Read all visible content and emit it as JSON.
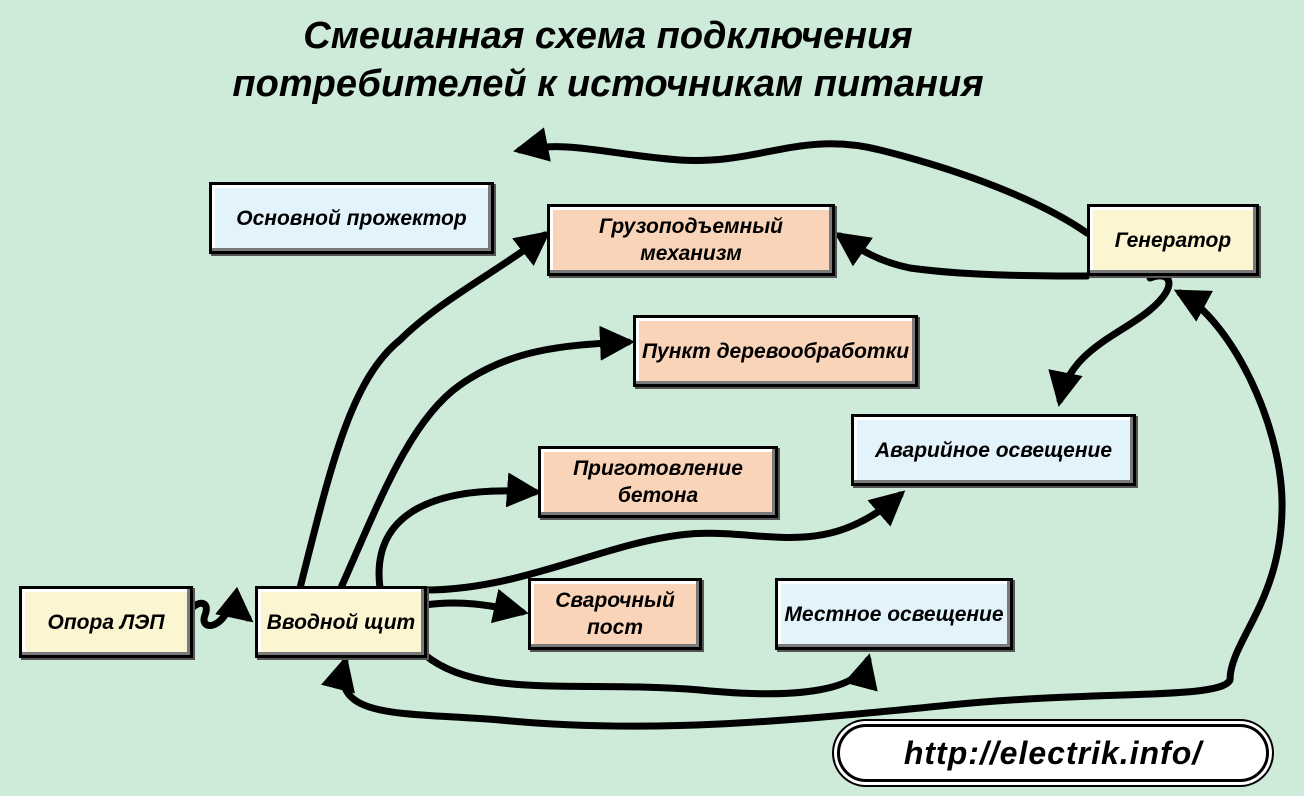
{
  "title": {
    "line1": "Смешанная схема подключения",
    "line2": "потребителей к источникам питания"
  },
  "nodes": {
    "main_projector": "Основной прожектор",
    "crane": "Грузоподъемный механизм",
    "generator": "Генератор",
    "woodworking": "Пункт деревообработки",
    "emergency_light": "Аварийное освещение",
    "concrete": "Приготовление бетона",
    "power_pole": "Опора ЛЭП",
    "input_board": "Вводной щит",
    "welding": "Сварочный пост",
    "local_light": "Местное освещение"
  },
  "watermark": "http://electrik.info/",
  "colors": {
    "background": "#cdebd8",
    "lighting_box": "#e2f3fb",
    "machinery_box": "#fad4b8",
    "source_box": "#fbf5d2",
    "wire": "#000000"
  }
}
